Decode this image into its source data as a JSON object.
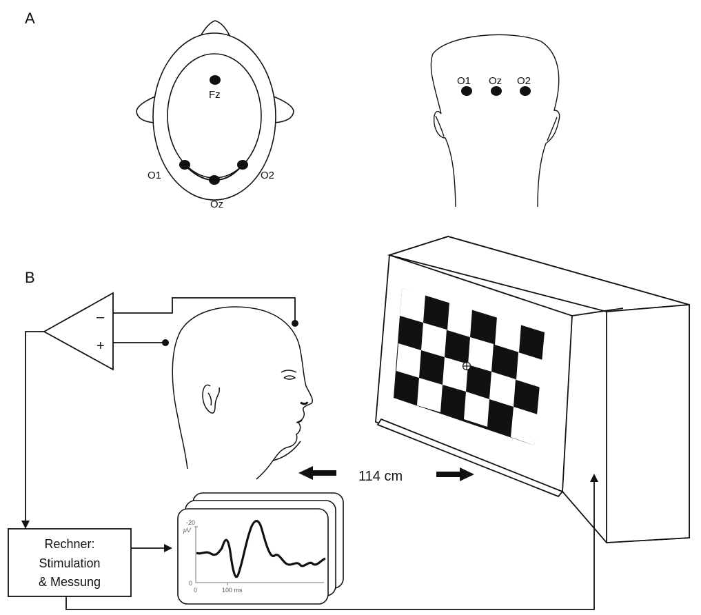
{
  "panels": {
    "a": "A",
    "b": "B"
  },
  "electrodes_top": {
    "fz": "Fz",
    "o1": "O1",
    "oz": "Oz",
    "o2": "O2"
  },
  "electrodes_back": {
    "o1": "O1",
    "oz": "Oz",
    "o2": "O2"
  },
  "amplifier": {
    "minus": "–",
    "plus": "+"
  },
  "distance": "114 cm",
  "computer": {
    "line1": "Rechner:",
    "line2": "Stimulation",
    "line3": "& Messung"
  },
  "vep": {
    "ytop": "-20",
    "yunit": "μV",
    "yzero": "0",
    "xzero": "0",
    "xlabel": "100 ms"
  }
}
